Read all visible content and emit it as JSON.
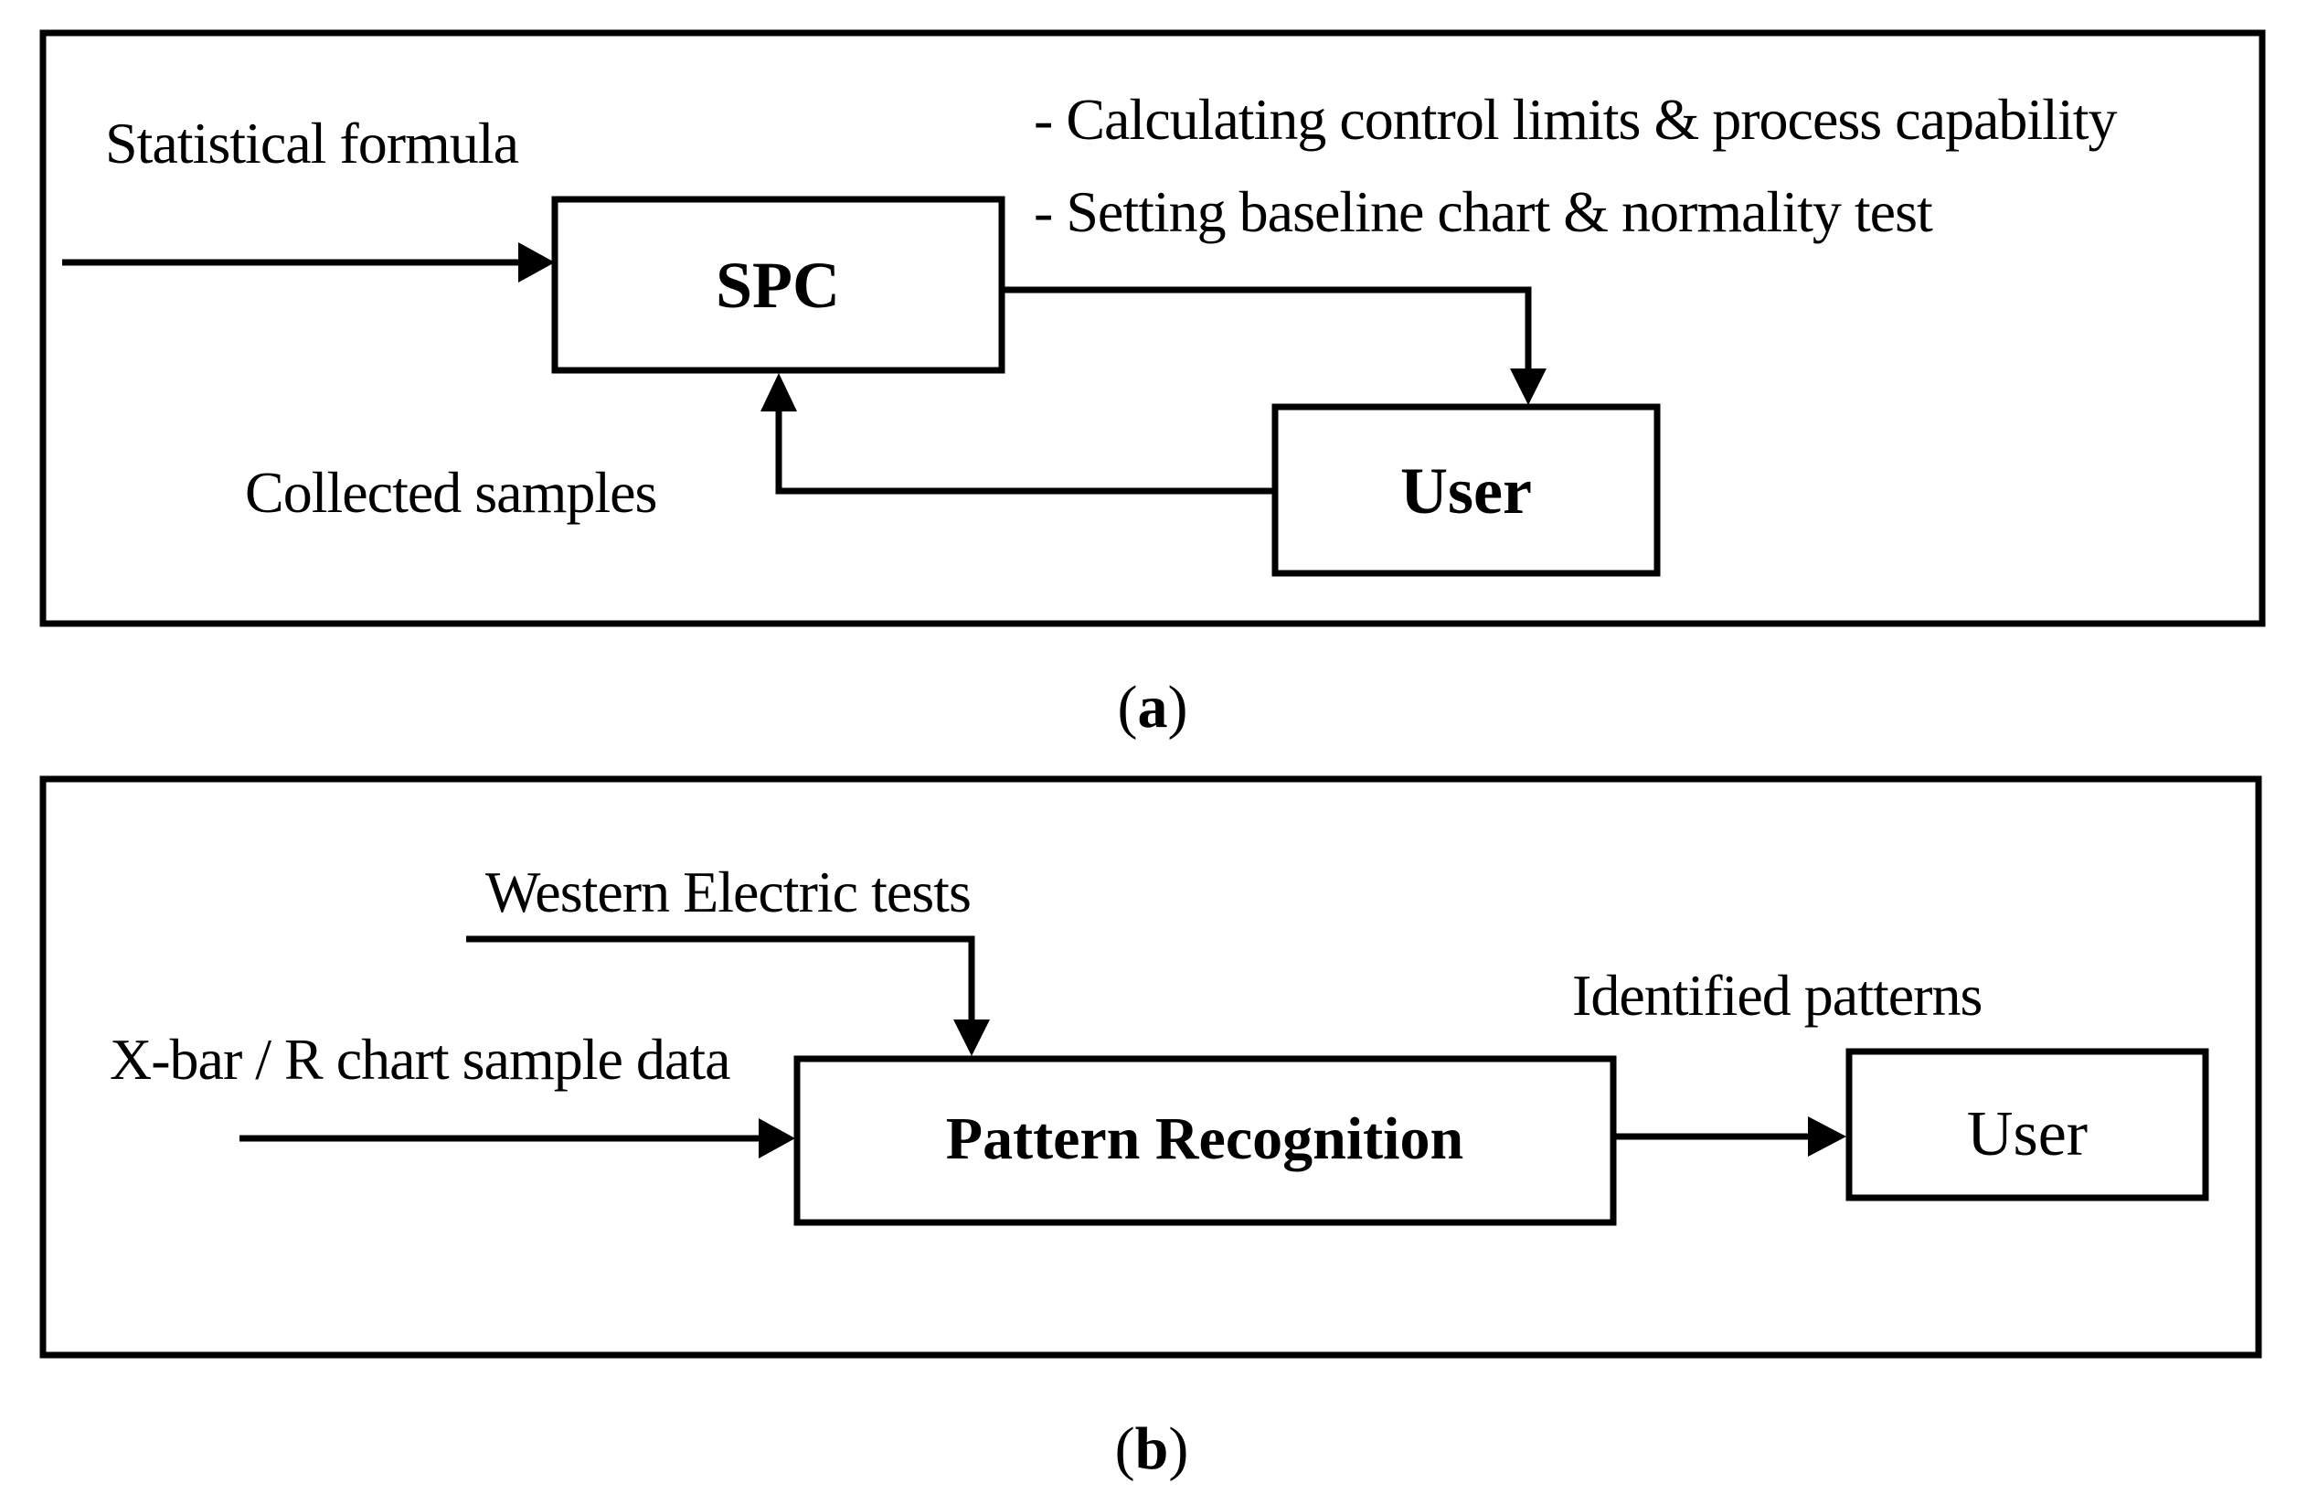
{
  "figure": {
    "background": "#ffffff",
    "ink": "#000000",
    "panel_a": {
      "caption": {
        "open": "(",
        "letter": "a",
        "close": ")"
      },
      "labels": {
        "statistical_formula": "Statistical formula",
        "bullet_1": "- Calculating control limits & process capability",
        "bullet_2": "- Setting baseline chart & normality test",
        "collected_samples": "Collected samples"
      },
      "boxes": {
        "spc": "SPC",
        "user": "User"
      }
    },
    "panel_b": {
      "caption": {
        "open": "(",
        "letter": "b",
        "close": ")"
      },
      "labels": {
        "western_electric": "Western Electric tests",
        "xbar_input": "X-bar / R chart sample data",
        "identified_patterns": "Identified patterns"
      },
      "boxes": {
        "pattern_recognition": "Pattern Recognition",
        "user": "User"
      }
    }
  }
}
